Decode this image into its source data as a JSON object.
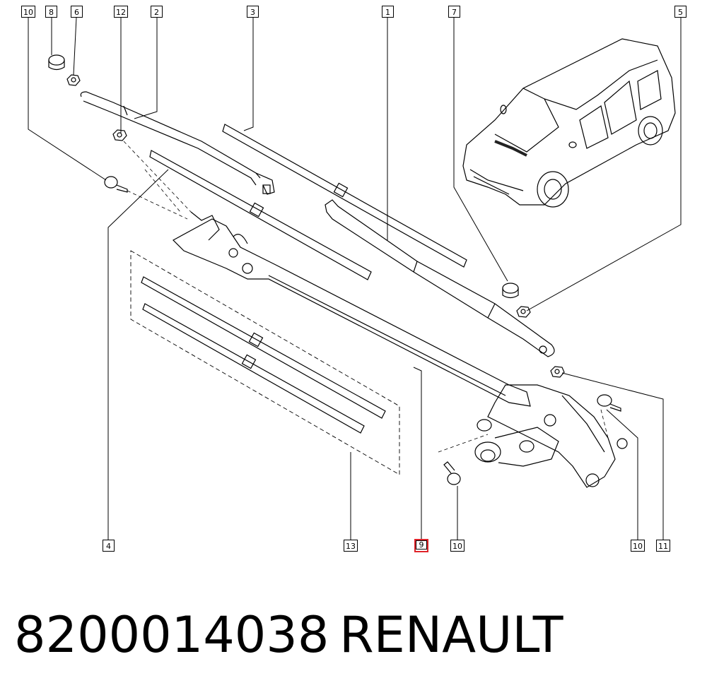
{
  "diagram": {
    "callouts": {
      "c10a": "10",
      "c8": "8",
      "c6": "6",
      "c12": "12",
      "c2": "2",
      "c3": "3",
      "c1": "1",
      "c7": "7",
      "c5": "5",
      "c4": "4",
      "c13": "13",
      "c9": "9",
      "c10b": "10",
      "c10c": "10",
      "c11": "11"
    },
    "highlight_color": "#e0242a"
  },
  "footer": {
    "part_number": "8200014038",
    "brand": "RENAULT"
  }
}
